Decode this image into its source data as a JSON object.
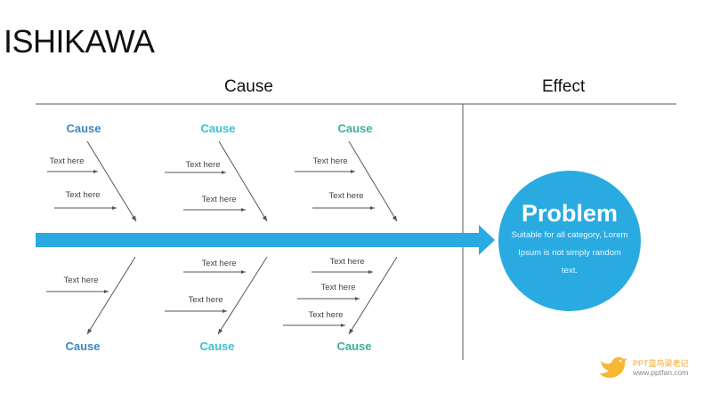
{
  "title": "ISHIKAWA",
  "headers": {
    "cause": "Cause",
    "effect": "Effect"
  },
  "colors": {
    "spine": "#29abe2",
    "cause_blue": "#3a86c4",
    "cause_cyan": "#36c3cf",
    "cause_teal": "#3ab09a",
    "line": "#555555",
    "text": "#444444"
  },
  "top_causes": [
    {
      "label": "Cause",
      "color": "cause_blue",
      "items": [
        "Text here",
        "Text here"
      ]
    },
    {
      "label": "Cause",
      "color": "cause_cyan",
      "items": [
        "Text here",
        "Text here"
      ]
    },
    {
      "label": "Cause",
      "color": "cause_teal",
      "items": [
        "Text here",
        "Text here"
      ]
    }
  ],
  "bottom_causes": [
    {
      "label": "Cause",
      "color": "cause_blue",
      "items": [
        "Text here"
      ]
    },
    {
      "label": "Cause",
      "color": "cause_cyan",
      "items": [
        "Text here",
        "Text here"
      ]
    },
    {
      "label": "Cause",
      "color": "cause_teal",
      "items": [
        "Text here",
        "Text here",
        "Text here"
      ]
    }
  ],
  "problem": {
    "title": "Problem",
    "description": "Suitable  for all category, Lorem Ipsum is not simply random text."
  },
  "logo": {
    "line1": "PPT蓝鸟梁老记",
    "line2": "www.pptfan.com",
    "icon": "bird-icon"
  }
}
